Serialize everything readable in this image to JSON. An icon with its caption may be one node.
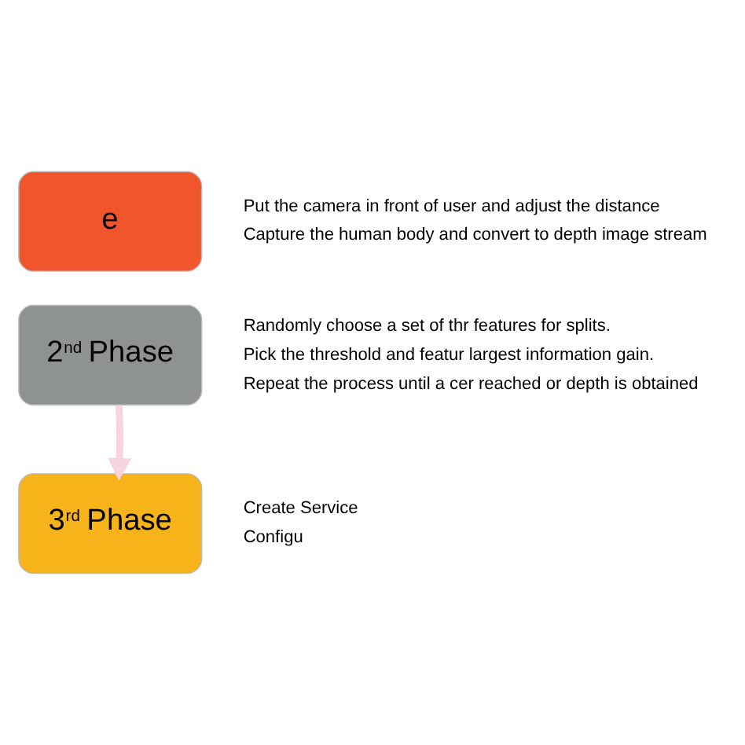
{
  "diagram": {
    "nodes": [
      {
        "text": [
          "e"
        ],
        "beside": [
          "Put the camera in front of user and adjust the distance",
          "Capture the human body and convert to depth image stream"
        ]
      },
      {
        "text": [
          "2$^{nd}$ Phase"
        ],
        "beside": [
          "Randomly choose a set of thr features for splits.",
          "Pick the threshold and featur largest information gain.",
          "Repeat the process until a cer reached or depth is obtained"
        ]
      },
      {
        "text": [
          "3$^{rd}$ Phase"
        ],
        "beside": [
          "Create Service",
          "Configu"
        ]
      }
    ],
    "edges": [
      {
        "from": 1,
        "to": 2,
        "arrow": "to",
        "color": "#f8d3e0"
      }
    ]
  }
}
